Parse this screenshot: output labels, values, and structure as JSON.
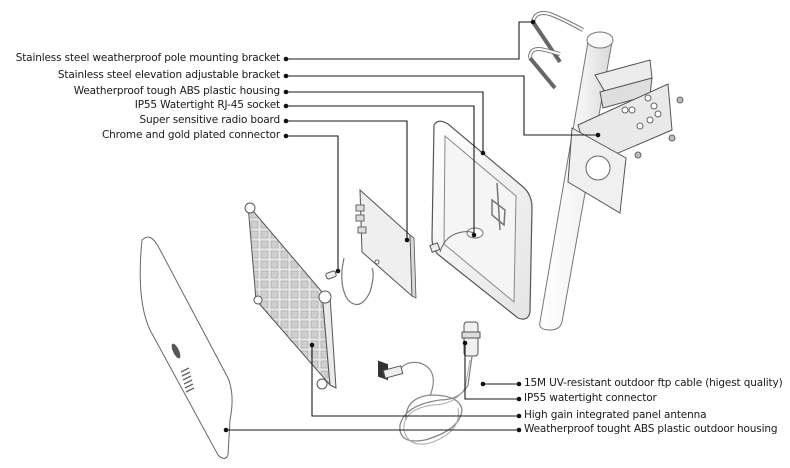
{
  "diagram": {
    "type": "exploded-view product diagram",
    "subject": "outdoor panel antenna assembly"
  },
  "labels_left": [
    {
      "id": "pole-bracket",
      "text": "Stainless steel weatherproof pole mounting bracket"
    },
    {
      "id": "elevation-bracket",
      "text": "Stainless steel elevation adjustable bracket"
    },
    {
      "id": "abs-housing",
      "text": "Weatherproof tough ABS plastic housing"
    },
    {
      "id": "rj45-socket",
      "text": "IP55 Watertight RJ-45 socket"
    },
    {
      "id": "radio-board",
      "text": "Super sensitive radio board"
    },
    {
      "id": "connector",
      "text": "Chrome and gold plated connector"
    }
  ],
  "labels_right": [
    {
      "id": "ftp-cable",
      "text": "15M UV-resistant outdoor ftp cable (higest quality)"
    },
    {
      "id": "watertight-connector",
      "text": "IP55 watertight connector"
    },
    {
      "id": "panel-antenna",
      "text": "High gain integrated panel antenna"
    },
    {
      "id": "outdoor-housing",
      "text": "Weatherproof tought ABS plastic outdoor housing"
    }
  ],
  "colors": {
    "line": "#1a1a1a",
    "part_stroke": "#555555",
    "part_fill": "#f4f4f4",
    "part_shade": "#dcdcdc"
  }
}
